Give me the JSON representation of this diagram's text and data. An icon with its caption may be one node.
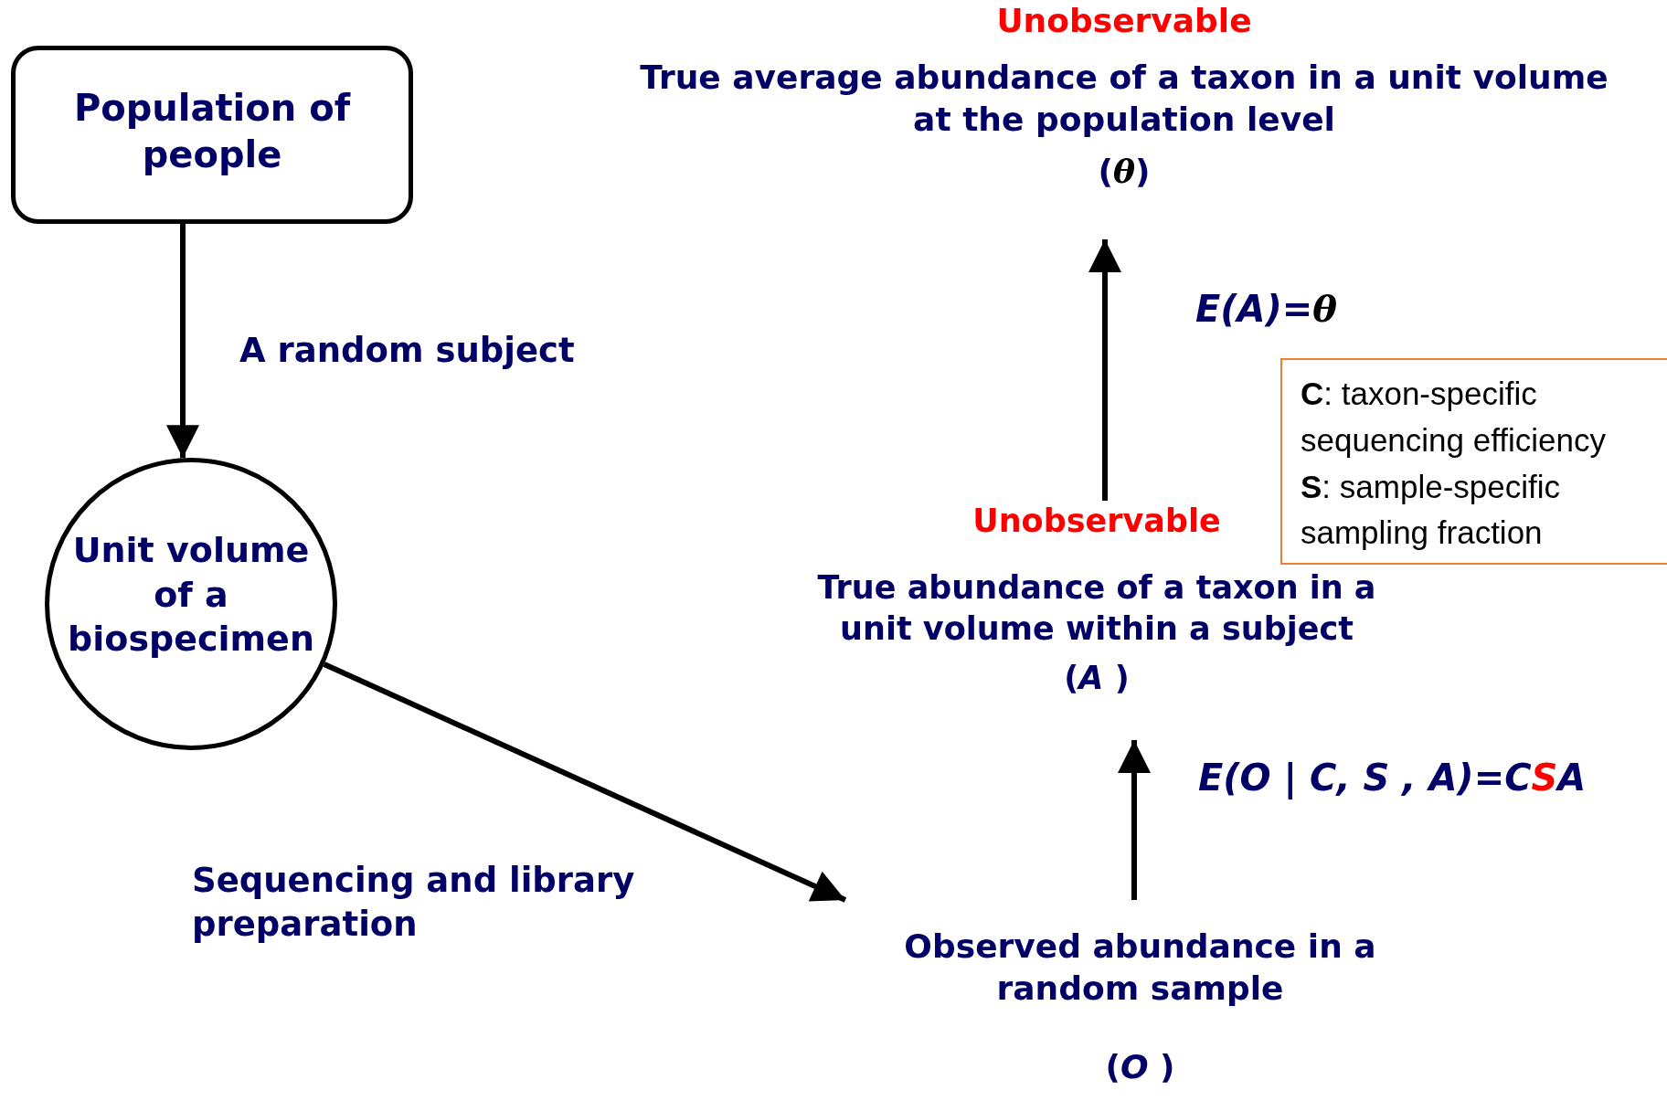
{
  "diagram": {
    "nodes": [
      {
        "text": [
          "Population of people"
        ]
      },
      {
        "text": [
          "Unit volume of a biospecimen"
        ]
      },
      {
        "text": [
          "Observed abundance in a random sample",
          "(*O* )"
        ]
      },
      {
        "text": [
          "Unobservable",
          "True abundance of a taxon in a unit volume within a subject",
          "(*A* )"
        ]
      },
      {
        "text": [
          "Unobservable",
          "True average abundance of a taxon in a unit volume at the population level",
          "(**θ**)"
        ]
      },
      {
        "text": [
          "**C**: taxon-specific sequencing efficiency",
          "**S**: sample-specific sampling fraction"
        ]
      }
    ],
    "edges": [
      {
        "from": 0,
        "to": 1,
        "arrow": "to",
        "label": "A random subject"
      },
      {
        "from": 1,
        "to": 2,
        "arrow": "to",
        "label": "Sequencing and library preparation"
      },
      {
        "from": 2,
        "to": 3,
        "arrow": "to",
        "label": "E(O | C, S , A)=C**S**A"
      },
      {
        "from": 3,
        "to": 4,
        "arrow": "to",
        "label": "E(A)=**θ**"
      }
    ]
  }
}
